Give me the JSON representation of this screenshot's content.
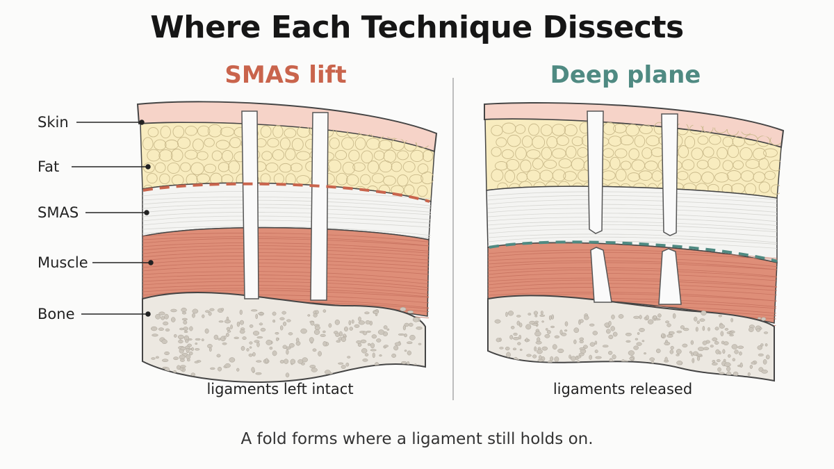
{
  "title": "Where Each Technique Dissects",
  "panels": [
    {
      "title": "SMAS lift",
      "caption": "ligaments left intact",
      "color": "#c9644c"
    },
    {
      "title": "Deep plane",
      "caption": "ligaments released",
      "color": "#4f8a82"
    }
  ],
  "layers": [
    "Skin",
    "Fat",
    "SMAS",
    "Muscle",
    "Bone"
  ],
  "footnote": "A fold forms where a ligament still holds on.",
  "colors": {
    "skin": "#f6d3c8",
    "fat": "#f8ecbf",
    "smas": "#f4f4f2",
    "muscle": "#de8e78",
    "bone": "#ece8e1",
    "ligament": "#fafafa",
    "outline": "#444444"
  }
}
